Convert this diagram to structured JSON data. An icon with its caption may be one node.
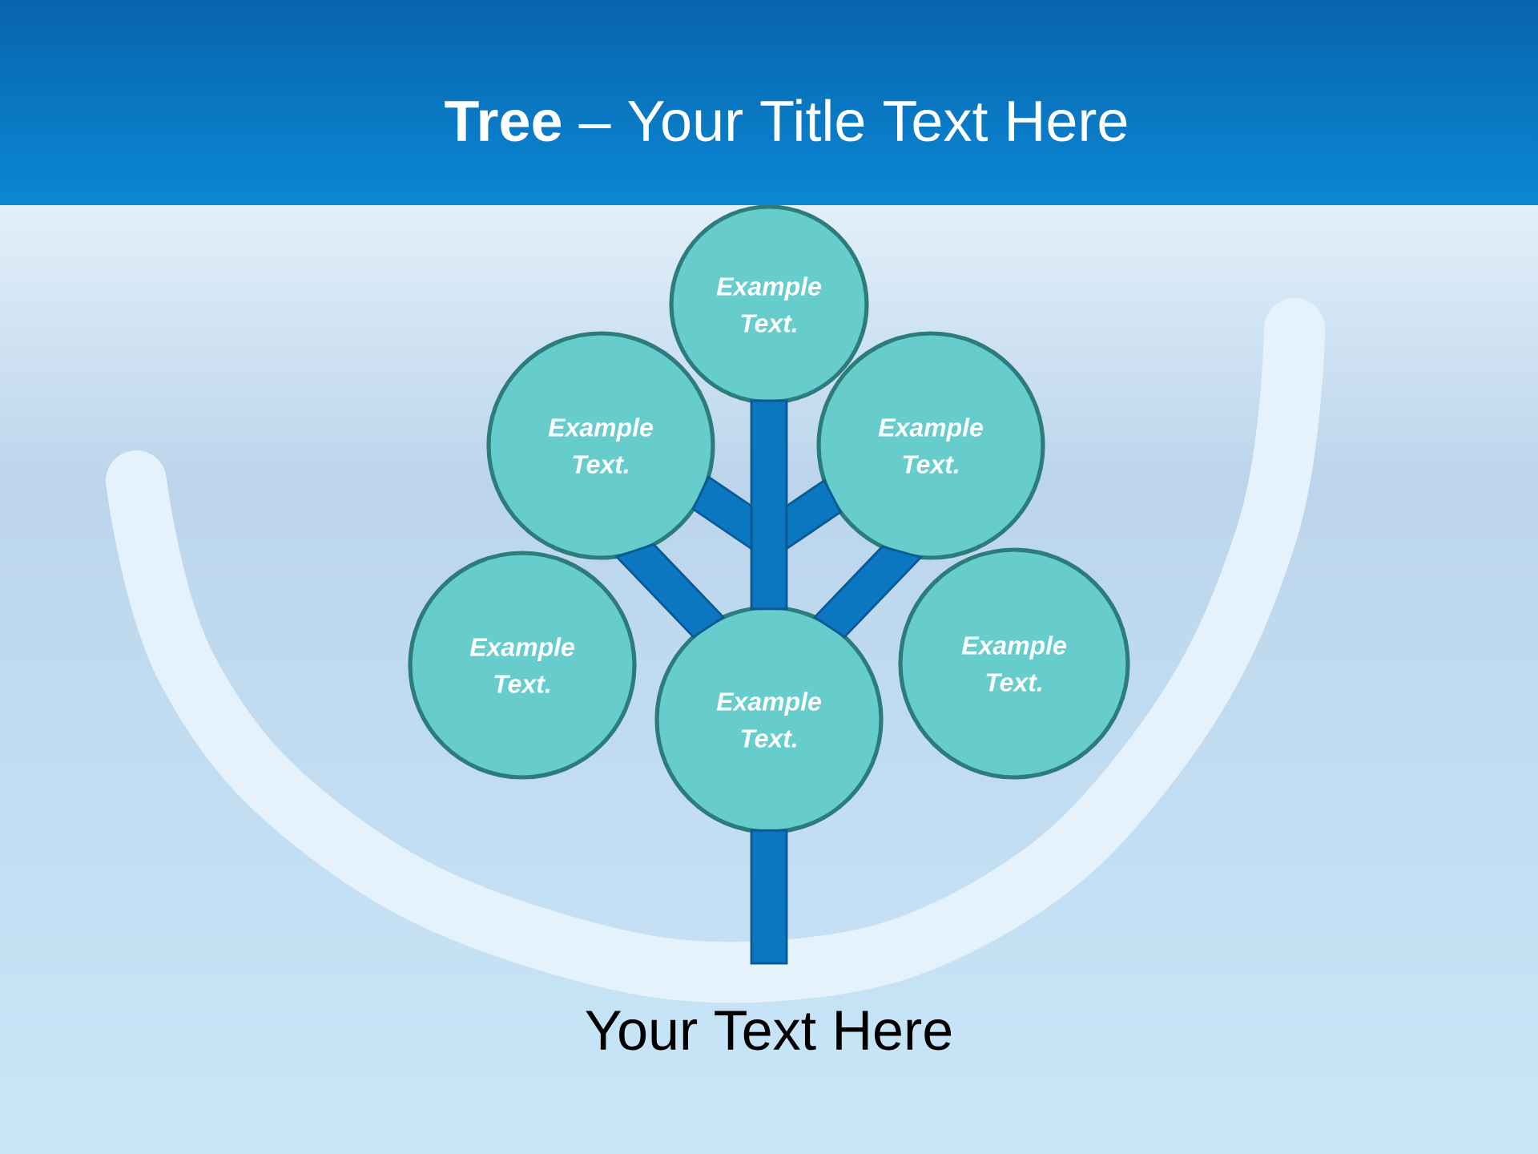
{
  "diagram": {
    "title": "**Tree** – Your Title Text Here",
    "nodes": [
      {
        "text": [
          "Example Text."
        ]
      },
      {
        "text": [
          "Example Text."
        ]
      },
      {
        "text": [
          "Example Text."
        ]
      },
      {
        "text": [
          "Example Text."
        ]
      },
      {
        "text": [
          "Example Text."
        ]
      },
      {
        "text": [
          "Example Text."
        ]
      }
    ],
    "edges": [
      {
        "from": 4,
        "to": 0,
        "arrow": "none"
      },
      {
        "from": 4,
        "to": 1,
        "arrow": "none"
      },
      {
        "from": 4,
        "to": 2,
        "arrow": "none"
      },
      {
        "from": 4,
        "to": 1,
        "arrow": "none"
      },
      {
        "from": 4,
        "to": 2,
        "arrow": "none"
      },
      {
        "from": null,
        "to": 4,
        "arrow": "none"
      }
    ],
    "caption": "Your Text Here"
  }
}
